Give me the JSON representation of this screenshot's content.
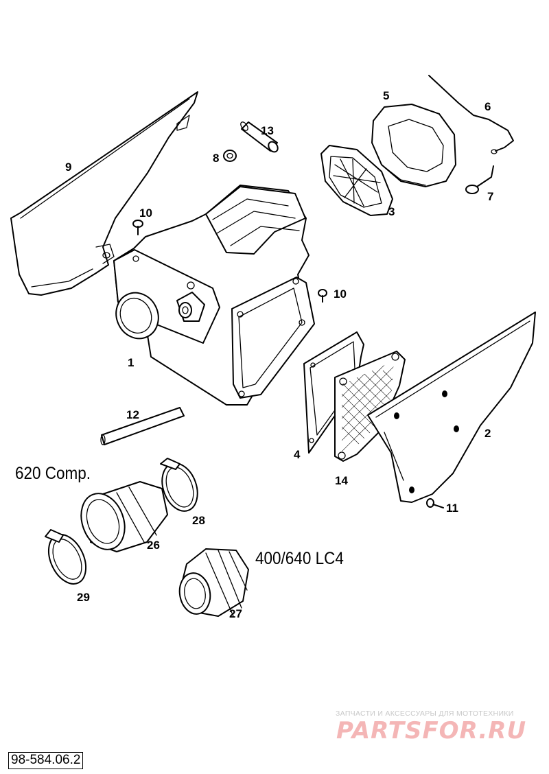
{
  "callouts": {
    "p1": "1",
    "p2": "2",
    "p3": "3",
    "p4": "4",
    "p5": "5",
    "p6": "6",
    "p7": "7",
    "p8": "8",
    "p9": "9",
    "p10a": "10",
    "p10b": "10",
    "p11": "11",
    "p12": "12",
    "p13": "13",
    "p14": "14",
    "p26": "26",
    "p27": "27",
    "p28": "28",
    "p29": "29"
  },
  "variants": {
    "comp": "620 Comp.",
    "lc4": "400/640 LC4"
  },
  "drawing_id": "98-584.06.2",
  "watermark": {
    "caption": "ЗАПЧАСТИ И АКСЕССУАРЫ ДЛЯ МОТОТЕХНИКИ",
    "logo": "PARTSFOR.RU"
  }
}
